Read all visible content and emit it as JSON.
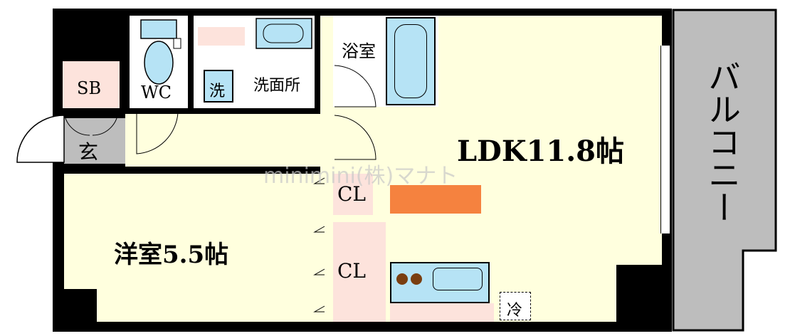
{
  "labels": {
    "sb": "SB",
    "wc": "WC",
    "washer": "洗",
    "washroom": "洗面所",
    "bath": "浴室",
    "entrance": "玄",
    "ldk": "LDK11.8帖",
    "western": "洋室5.5帖",
    "closet_upper": "CL",
    "closet_lower": "CL",
    "fridge": "冷",
    "balcony": "バルコニー",
    "watermark": "minimini(株)マナト"
  },
  "colors": {
    "wall": "#000000",
    "room_yellow": "#ffffde",
    "room_pink": "#fde3dc",
    "wet_blue": "#b6e3f5",
    "genkan_gray": "#bdbdbd",
    "balcony_gray": "#bdbdbd",
    "kitchen_orange": "#f5823f",
    "stove_brown": "#7a3e10",
    "watermark": "#c8c8c8"
  }
}
